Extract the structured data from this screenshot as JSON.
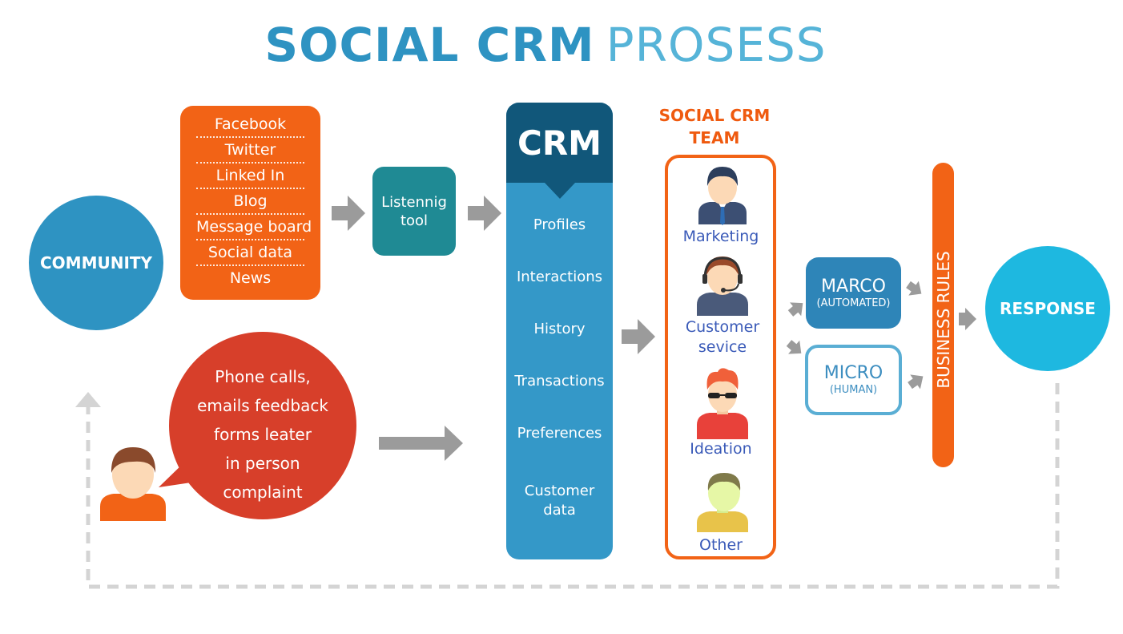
{
  "title": {
    "bold": "SOCIAL CRM",
    "light": "PROSESS"
  },
  "community": "COMMUNITY",
  "sources": [
    "Facebook",
    "Twitter",
    "Linked In",
    "Blog",
    "Message board",
    "Social data",
    "News"
  ],
  "listening_tool": {
    "line1": "Listennig",
    "line2": "tool"
  },
  "crm": {
    "heading": "CRM",
    "items": [
      "Profiles",
      "Interactions",
      "History",
      "Transactions",
      "Preferences"
    ],
    "last_item": {
      "line1": "Customer",
      "line2": "data"
    }
  },
  "team": {
    "title_line1": "SOCIAL CRM",
    "title_line2": "TEAM",
    "marketing": "Marketing",
    "customer_service": {
      "line1": "Customer",
      "line2": "sevice"
    },
    "ideation": "Ideation",
    "other": "Other"
  },
  "marco": {
    "title": "MARCO",
    "subtitle": "(AUTOMATED)"
  },
  "micro": {
    "title": "MICRO",
    "subtitle": "(HUMAN)"
  },
  "business_rules": "BUSINESS RULES",
  "response": "RESPONSE",
  "offline_bubble": {
    "lines": [
      "Phone calls,",
      "emails feedback",
      "forms leater",
      "in person",
      "complaint"
    ]
  },
  "colors": {
    "orange": "#f26316",
    "blue": "#2e93c2",
    "dark_blue": "#11577a",
    "teal": "#1f8a94",
    "cyan": "#1eb8e0",
    "red": "#d73f2a",
    "arrow_gray": "#9b9b9b",
    "dash_gray": "#d4d4d4"
  }
}
